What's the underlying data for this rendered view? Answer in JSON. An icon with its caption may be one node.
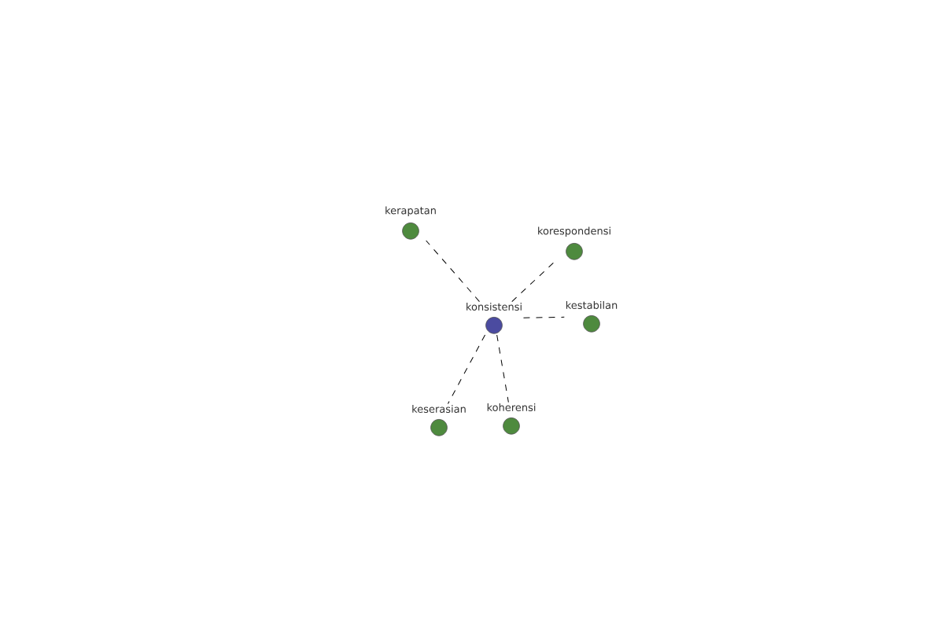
{
  "diagram": {
    "nodes": [
      {
        "text": [
          "konsistensi"
        ]
      },
      {
        "text": [
          "kerapatan"
        ]
      },
      {
        "text": [
          "korespondensi"
        ]
      },
      {
        "text": [
          "kestabilan"
        ]
      },
      {
        "text": [
          "keserasian"
        ]
      },
      {
        "text": [
          "koherensi"
        ]
      }
    ],
    "edges": [
      {
        "from": 0,
        "to": 1,
        "arrow": "none",
        "style": "dashed"
      },
      {
        "from": 0,
        "to": 2,
        "arrow": "none",
        "style": "dashed"
      },
      {
        "from": 0,
        "to": 3,
        "arrow": "none",
        "style": "dashed"
      },
      {
        "from": 0,
        "to": 4,
        "arrow": "none",
        "style": "dashed"
      },
      {
        "from": 0,
        "to": 5,
        "arrow": "none",
        "style": "dashed"
      }
    ]
  }
}
